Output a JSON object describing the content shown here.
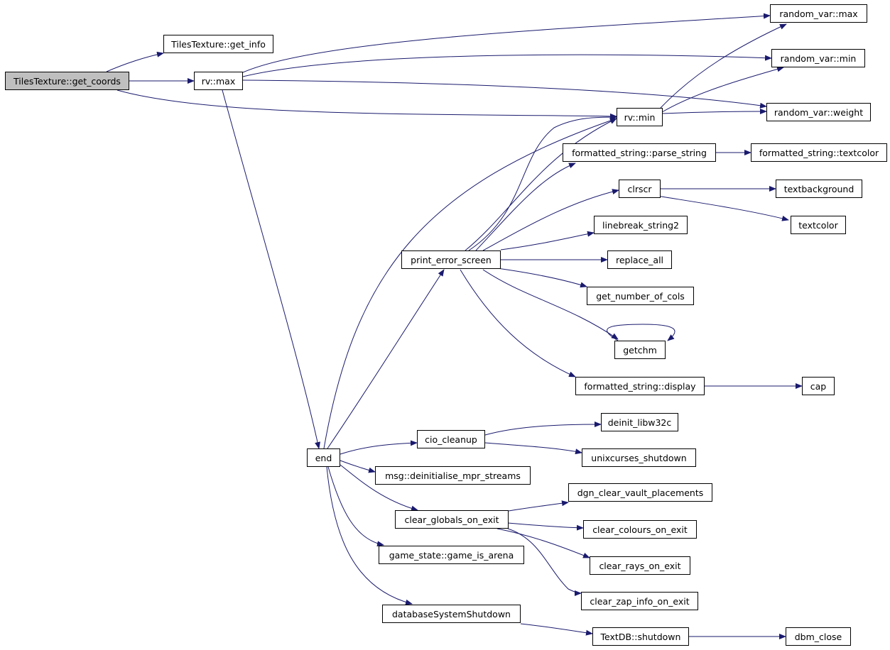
{
  "colors": {
    "edge": "#1a1a6e",
    "root_fill": "#bfbfbf",
    "node_fill": "#ffffff",
    "border": "#000000"
  },
  "nodes": {
    "get_coords": "TilesTexture::get_coords",
    "get_info": "TilesTexture::get_info",
    "rv_max": "rv::max",
    "rv_min": "rv::min",
    "rvar_max": "random_var::max",
    "rvar_min": "random_var::min",
    "rvar_weight": "random_var::weight",
    "parse_string": "formatted_string::parse_string",
    "fs_textcolor": "formatted_string::textcolor",
    "clrscr": "clrscr",
    "textbackground": "textbackground",
    "textcolor": "textcolor",
    "linebreak": "linebreak_string2",
    "print_error": "print_error_screen",
    "replace_all": "replace_all",
    "get_cols": "get_number_of_cols",
    "getchm": "getchm",
    "fs_display": "formatted_string::display",
    "cap": "cap",
    "deinit_libw32c": "deinit_libw32c",
    "cio_cleanup": "cio_cleanup",
    "end": "end",
    "unixcurses": "unixcurses_shutdown",
    "msg_deinit": "msg::deinitialise_mpr_streams",
    "dgn_clear": "dgn_clear_vault_placements",
    "clear_globals": "clear_globals_on_exit",
    "clear_colours": "clear_colours_on_exit",
    "game_arena": "game_state::game_is_arena",
    "clear_rays": "clear_rays_on_exit",
    "clear_zap": "clear_zap_info_on_exit",
    "db_shutdown": "databaseSystemShutdown",
    "textdb_shutdown": "TextDB::shutdown",
    "dbm_close": "dbm_close"
  }
}
